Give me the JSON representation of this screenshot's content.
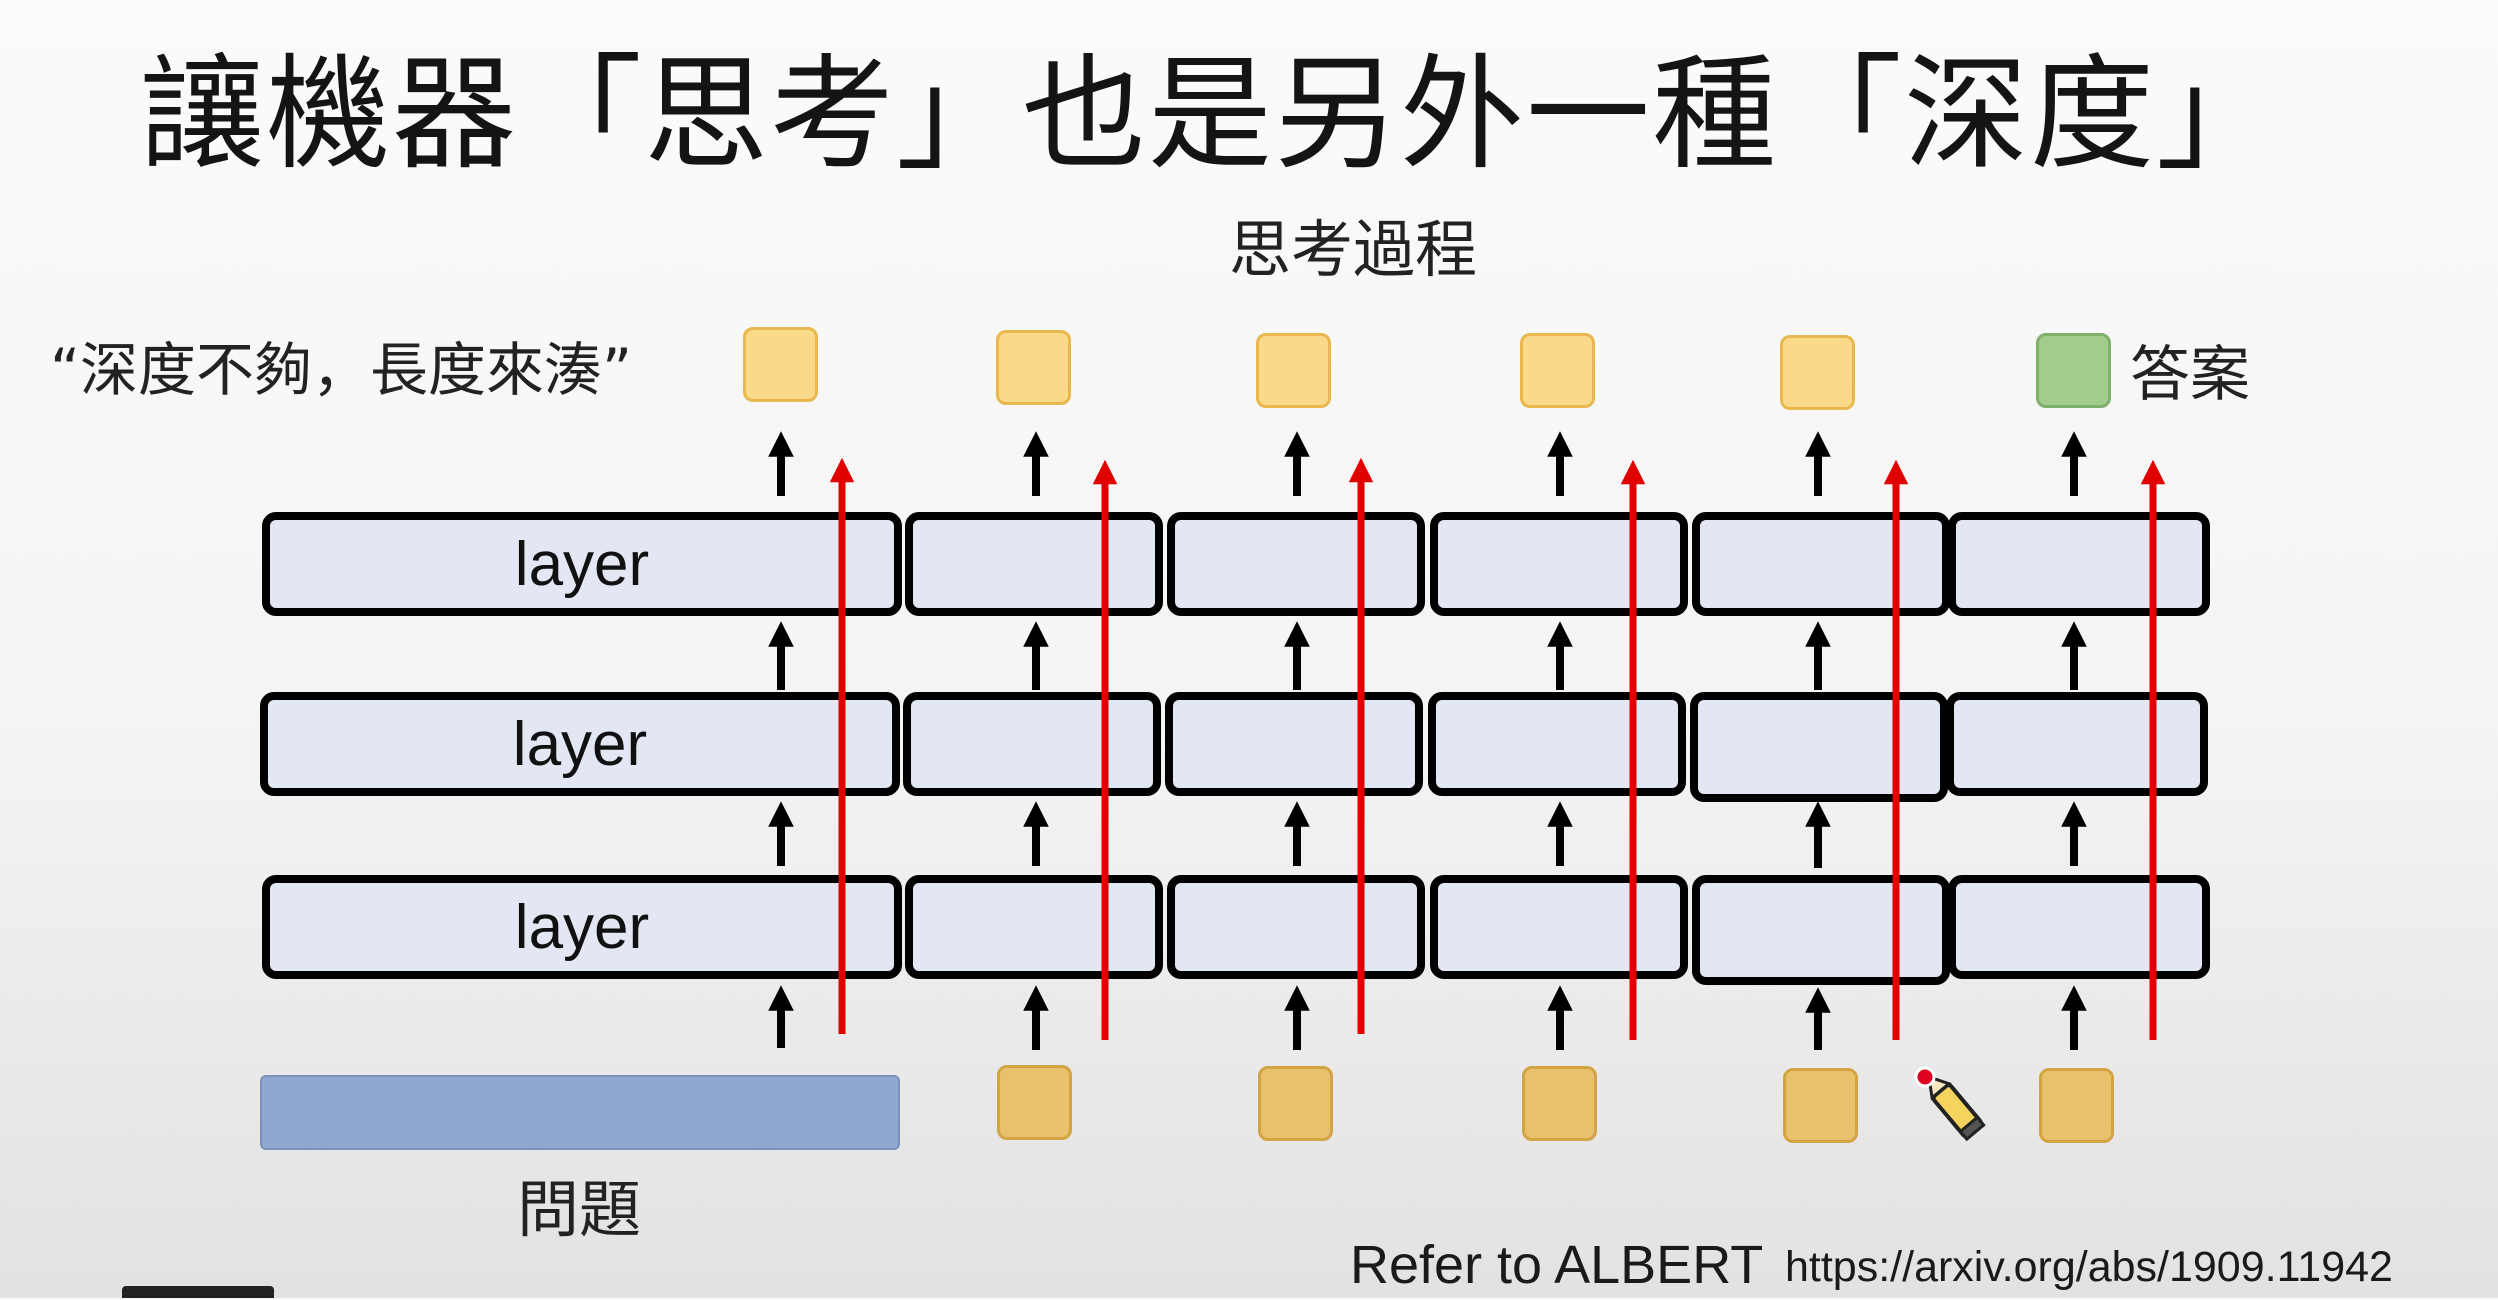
{
  "slide": {
    "title": "讓機器「思考」也是另外一種「深度」",
    "subtitle": "思考過程",
    "quote": "“深度不夠，長度來湊”",
    "answer_label": "答案",
    "question_label": "問題",
    "reference": "Refer to ALBERT",
    "reference_url": "https://arxiv.org/abs/1909.11942"
  },
  "diagram": {
    "layer_label": "layer",
    "rows": 3,
    "columns": 6,
    "colors": {
      "layer_fill": "#e3e7f3",
      "layer_border": "#000000",
      "input_bar": "#8ea8cf",
      "output_token": "#fbd98a",
      "input_token": "#e9c06b",
      "answer_token": "#a3cd8f",
      "red_arrow": "#e00000",
      "black_arrow": "#000000"
    },
    "icons": [
      "pen-cursor-icon"
    ]
  }
}
